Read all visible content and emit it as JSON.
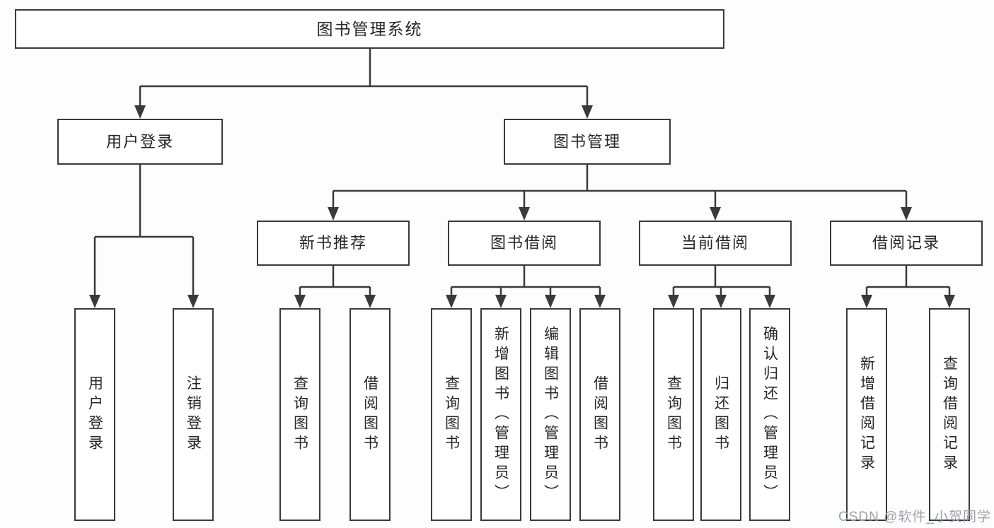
{
  "colors": {
    "line": "#3a3a3a",
    "box_border": "#3a3a3a",
    "box_background": "#ffffff",
    "label_text": "#262626",
    "watermark_text": "#9aa3ac"
  },
  "tree": {
    "root": "图书管理系统",
    "l2": [
      {
        "label": "用户登录",
        "leaves": [
          "用户登录",
          "注销登录"
        ]
      },
      {
        "label": "图书管理",
        "groups": [
          {
            "label": "新书推荐",
            "leaves": [
              "查询图书",
              "借阅图书"
            ]
          },
          {
            "label": "图书借阅",
            "leaves": [
              "查询图书",
              "新增图书（管理员）",
              "编辑图书（管理员）",
              "借阅图书"
            ]
          },
          {
            "label": "当前借阅",
            "leaves": [
              "查询图书",
              "归还图书",
              "确认归还（管理员）"
            ]
          },
          {
            "label": "借阅记录",
            "leaves": [
              "新增借阅记录",
              "查询借阅记录"
            ]
          }
        ]
      }
    ]
  },
  "watermark": {
    "text": "CSDN @软件_小贺同学"
  }
}
